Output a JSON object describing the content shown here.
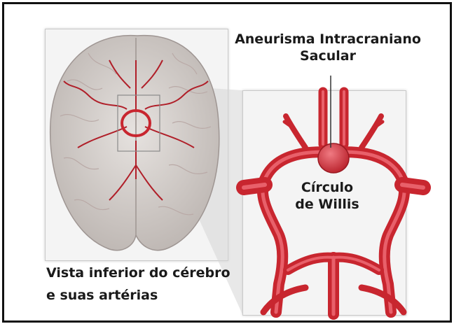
{
  "labels": {
    "aneurysm_line1": "Aneurisma Intracraniano",
    "aneurysm_line2": "Sacular",
    "circle_line1": "Círculo",
    "circle_line2": "de Willis",
    "view_line1": "Vista inferior do cérebro",
    "view_line2": "e suas artérias"
  },
  "colors": {
    "artery": "#c8262f",
    "artery_light": "#e8606a",
    "brain": "#d8d3d0",
    "border": "#111111"
  }
}
